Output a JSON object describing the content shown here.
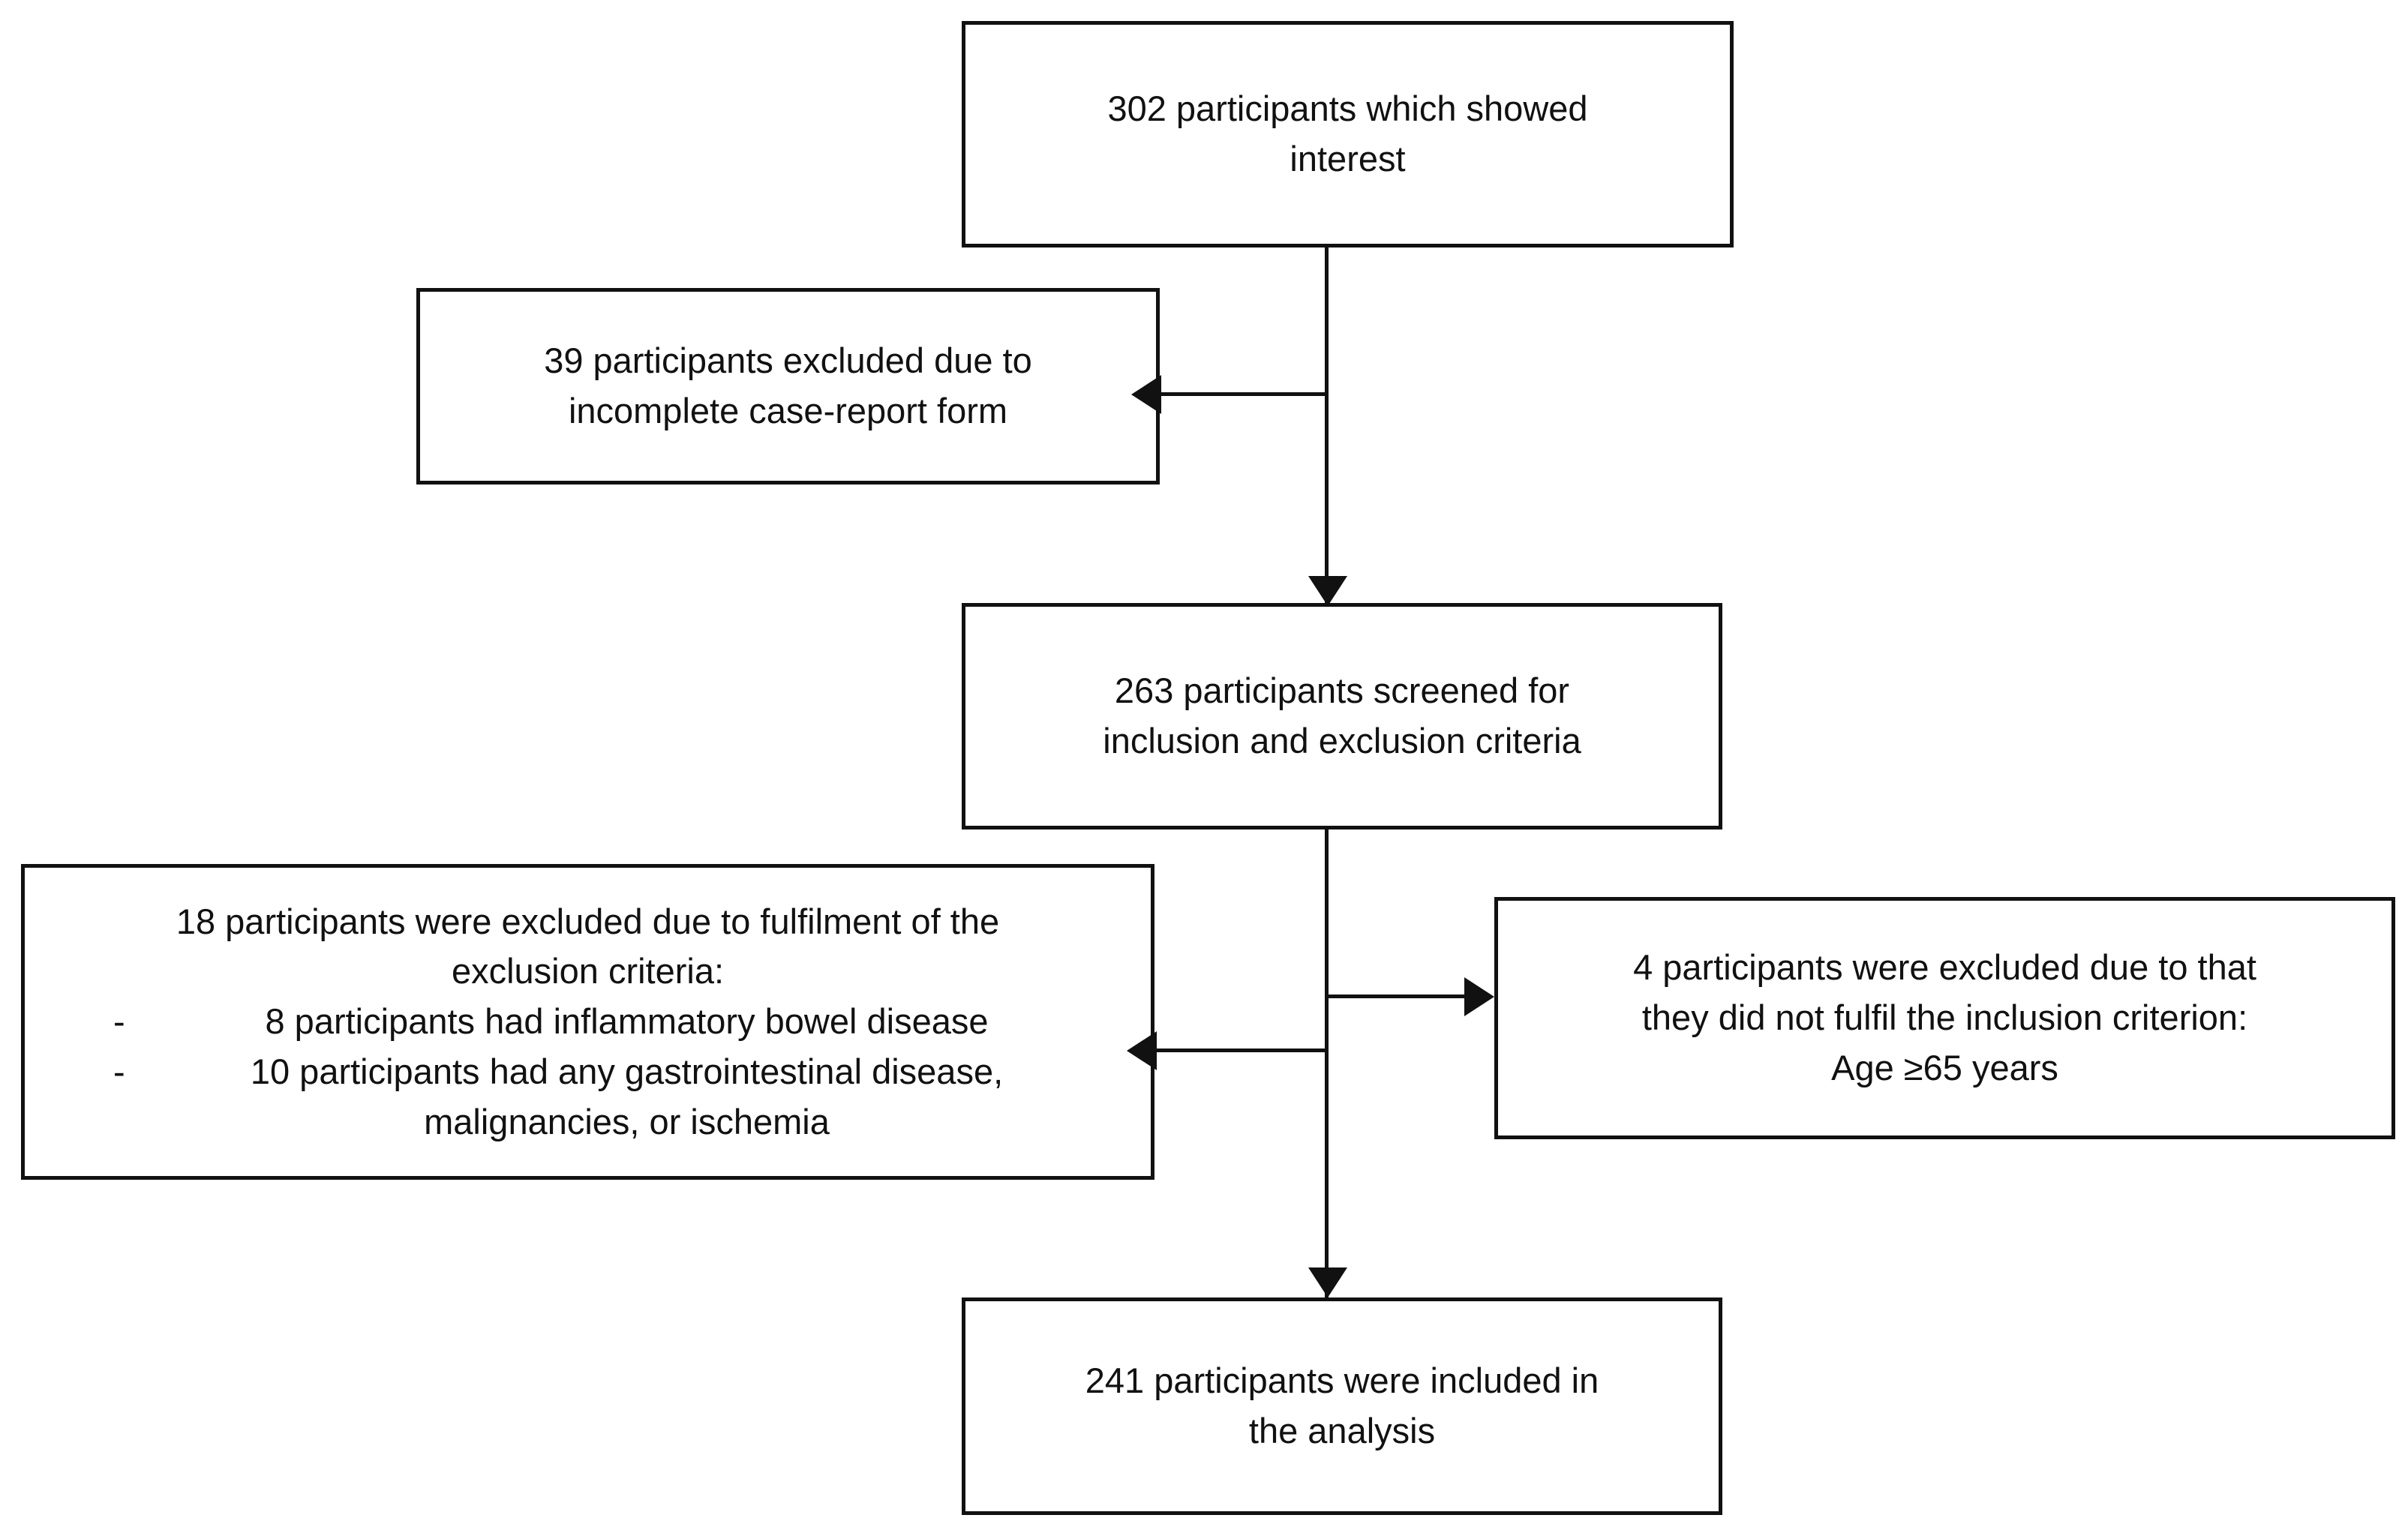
{
  "diagram": {
    "type": "participant-flow-chart",
    "nodes": {
      "interested": {
        "lines": [
          "302 participants which showed",
          "interest"
        ],
        "count": 302
      },
      "excluded_crf": {
        "lines": [
          "39 participants excluded due to",
          "incomplete case-report form"
        ],
        "count": 39
      },
      "screened": {
        "lines": [
          "263 participants screened for",
          "inclusion and exclusion criteria"
        ],
        "count": 263
      },
      "excluded_exclusion": {
        "lines": [
          "18 participants were excluded due to fulfilment of the",
          "exclusion criteria:"
        ],
        "count": 18,
        "bullets": [
          {
            "mark": "-",
            "text": "8 participants had inflammatory bowel disease"
          },
          {
            "mark": "-",
            "text": "10 participants had any gastrointestinal disease,"
          },
          {
            "mark": "",
            "text": "malignancies, or ischemia"
          }
        ]
      },
      "excluded_inclusion": {
        "lines": [
          "4 participants were excluded due to that",
          "they did not fulfil the inclusion criterion:",
          "Age ≥65 years"
        ],
        "count": 4
      },
      "included": {
        "lines": [
          "241 participants were included in",
          "the analysis"
        ],
        "count": 241
      }
    },
    "edges": [
      {
        "from": "interested",
        "to": "screened",
        "arrow": "down"
      },
      {
        "from": "interested",
        "to": "excluded_crf",
        "arrow": "left"
      },
      {
        "from": "screened",
        "to": "excluded_inclusion",
        "arrow": "right"
      },
      {
        "from": "screened",
        "to": "excluded_exclusion",
        "arrow": "left"
      },
      {
        "from": "screened",
        "to": "included",
        "arrow": "down"
      }
    ],
    "colors": {
      "stroke": "#111111",
      "background": "#ffffff",
      "text": "#111111"
    }
  }
}
